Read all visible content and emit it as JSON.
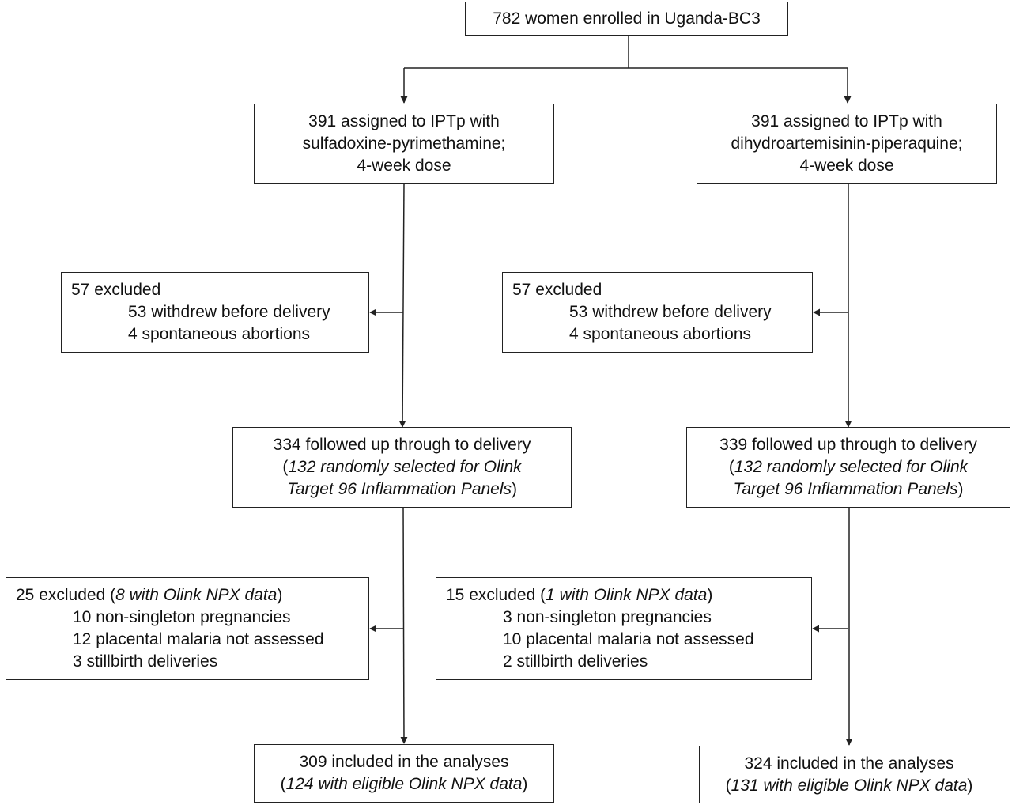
{
  "enrolled": {
    "text": "782 women enrolled in Uganda-BC3"
  },
  "left": {
    "assigned": [
      "391 assigned to IPTp with",
      "sulfadoxine-pyrimethamine;",
      "4-week dose"
    ],
    "excluded1": {
      "title": "57 excluded",
      "items": [
        "53 withdrew before delivery",
        "4 spontaneous abortions"
      ]
    },
    "followed": {
      "line1": "334 followed up through to delivery",
      "open": "(",
      "italic_a": "132 randomly selected for Olink",
      "italic_b": "Target 96 Inflammation Panels",
      "close": ")"
    },
    "excluded2": {
      "title_pre": "25 excluded (",
      "title_italic": "8 with Olink NPX data",
      "title_post": ")",
      "items": [
        "10 non-singleton pregnancies",
        "12 placental malaria not assessed",
        "3 stillbirth deliveries"
      ]
    },
    "included": {
      "line1": "309 included in the analyses",
      "open": "(",
      "italic": "124 with eligible Olink NPX data",
      "close": ")"
    }
  },
  "right": {
    "assigned": [
      "391 assigned to IPTp with",
      "dihydroartemisinin-piperaquine;",
      "4-week dose"
    ],
    "excluded1": {
      "title": "57 excluded",
      "items": [
        "53 withdrew before delivery",
        "4 spontaneous abortions"
      ]
    },
    "followed": {
      "line1": "339 followed up through to delivery",
      "open": "(",
      "italic_a": "132 randomly selected for Olink",
      "italic_b": "Target 96 Inflammation Panels",
      "close": ")"
    },
    "excluded2": {
      "title_pre": "15 excluded (",
      "title_italic": "1 with Olink NPX data",
      "title_post": ")",
      "items": [
        "3 non-singleton pregnancies",
        "10 placental malaria not assessed",
        "2 stillbirth deliveries"
      ]
    },
    "included": {
      "line1": "324 included in the analyses",
      "open": "(",
      "italic": "131 with eligible Olink NPX data",
      "close": ")"
    }
  }
}
